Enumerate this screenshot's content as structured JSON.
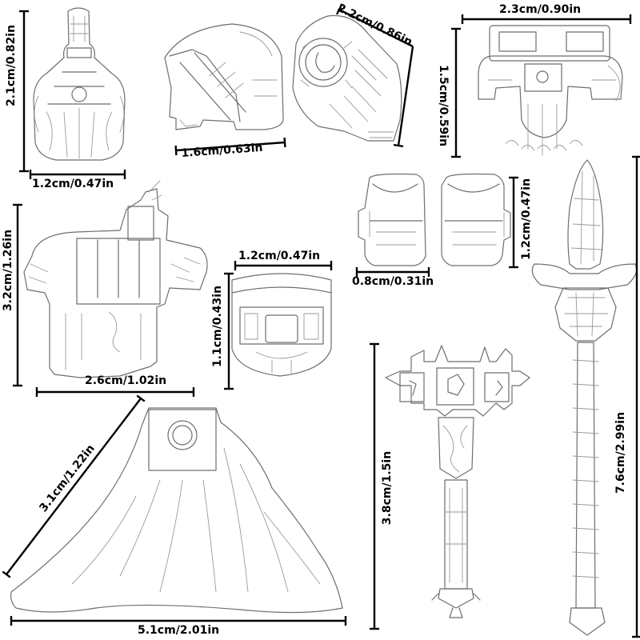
{
  "accent_color": "#000000",
  "sketch_color": "#6e6e6e",
  "parts": {
    "helmet": {
      "icon": "helmet-icon",
      "height": "2.1cm/0.82in",
      "width": "1.2cm/0.47in"
    },
    "chest_plate": {
      "icon": "chest-plate-icon",
      "width": "1.6cm/0.63in"
    },
    "shoulder_pad": {
      "icon": "shoulder-pad-icon",
      "width": "2.2cm/0.86in"
    },
    "backpack": {
      "icon": "backpack-icon",
      "width": "2.3cm/0.90in",
      "height": "1.5cm/0.59in"
    },
    "torso": {
      "icon": "torso-icon",
      "height": "3.2cm/1.26in",
      "width": "2.6cm/1.02in"
    },
    "belt": {
      "icon": "belt-icon",
      "width": "1.2cm/0.47in",
      "height": "1.1cm/0.43in"
    },
    "knee_pads": {
      "icon": "knee-pad-icon",
      "width": "0.8cm/0.31in",
      "height": "1.2cm/0.47in"
    },
    "cape": {
      "icon": "cape-icon",
      "slant": "3.1cm/1.22in",
      "width": "5.1cm/2.01in"
    },
    "hammer": {
      "icon": "hammer-icon",
      "height": "3.8cm/1.5in"
    },
    "sword": {
      "icon": "sword-icon",
      "height": "7.6cm/2.99in"
    }
  }
}
